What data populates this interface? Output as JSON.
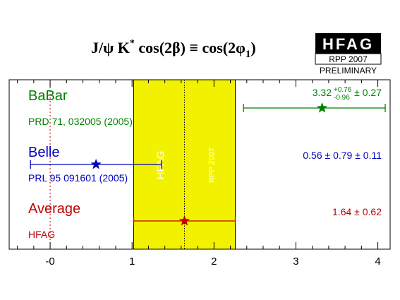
{
  "chart_data": {
    "type": "scatter",
    "title": {
      "main": "J/ψ K",
      "superscript": "*",
      "rest": " cos(2β) ≡ cos(2φ",
      "subscript": "1",
      "close": ")"
    },
    "badge": {
      "name": "HFAG",
      "tag": "RPP 2007",
      "status": "PRELIMINARY"
    },
    "xlim": [
      -0.5,
      4.15
    ],
    "xticks": [
      "-0",
      "1",
      "2",
      "3",
      "4"
    ],
    "xtick_values": [
      0,
      1,
      2,
      3,
      4
    ],
    "reference_line_x": 0,
    "band": {
      "range": [
        1.02,
        2.26
      ],
      "center": 1.64,
      "labels": [
        "HFAG",
        "RPP 2007"
      ],
      "color": "#f2f200"
    },
    "measurements": [
      {
        "name": "BaBar",
        "reference": "PRD 71, 032005 (2005)",
        "value": 3.32,
        "err_plus": 0.76,
        "err_minus": 0.96,
        "syst": 0.27,
        "value_label": "3.32",
        "plus_label": "+0.76",
        "minus_label": "-0.96",
        "syst_label": "± 0.27",
        "range": [
          2.36,
          4.09
        ],
        "color": "#008000"
      },
      {
        "name": "Belle",
        "reference": "PRL 95 091601 (2005)",
        "value": 0.56,
        "stat": 0.79,
        "syst": 0.11,
        "value_label": "0.56 ± 0.79 ± 0.11",
        "range": [
          -0.24,
          1.36
        ],
        "color": "#0000c0"
      },
      {
        "name": "Average",
        "reference": "HFAG",
        "value": 1.64,
        "err": 0.62,
        "value_label": "1.64 ± 0.62",
        "range": [
          1.02,
          2.26
        ],
        "color": "#c00000"
      }
    ]
  }
}
